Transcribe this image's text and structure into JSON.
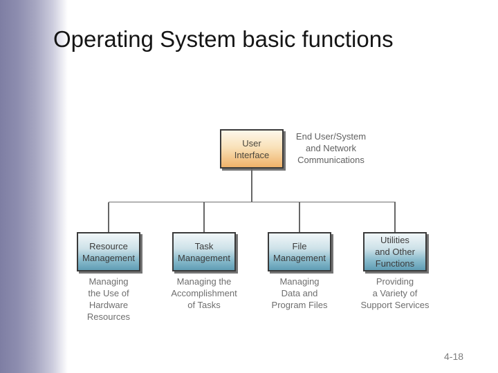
{
  "slide": {
    "title": "Operating System basic functions",
    "page_number": "4-18"
  },
  "diagram": {
    "root": {
      "label": "User\nInterface",
      "side_caption": "End User/System\nand Network\nCommunications"
    },
    "children": [
      {
        "label": "Resource\nManagement",
        "caption": "Managing\nthe Use of\nHardware\nResources"
      },
      {
        "label": "Task\nManagement",
        "caption": "Managing the\nAccomplishment\nof Tasks"
      },
      {
        "label": "File\nManagement",
        "caption": "Managing\nData and\nProgram Files"
      },
      {
        "label": "Utilities\nand Other\nFunctions",
        "caption": "Providing\na Variety of\nSupport Services"
      }
    ],
    "colors": {
      "root_box_gradient_top": "#fdf7ea",
      "root_box_gradient_bottom": "#efb269",
      "child_box_gradient_top": "#f1f7f9",
      "child_box_gradient_bottom": "#5f9db4",
      "box_border": "#3a3a3a",
      "box_label_text": "#3b3b3b",
      "connector_line": "#666666",
      "caption_text": "#6e6e6e",
      "side_caption_text": "#606060",
      "title_text": "#151515",
      "page_number_text": "#7d7d7d",
      "sidebar_gradient_left": "#7e7ea3",
      "sidebar_gradient_right": "#ffffff"
    }
  }
}
